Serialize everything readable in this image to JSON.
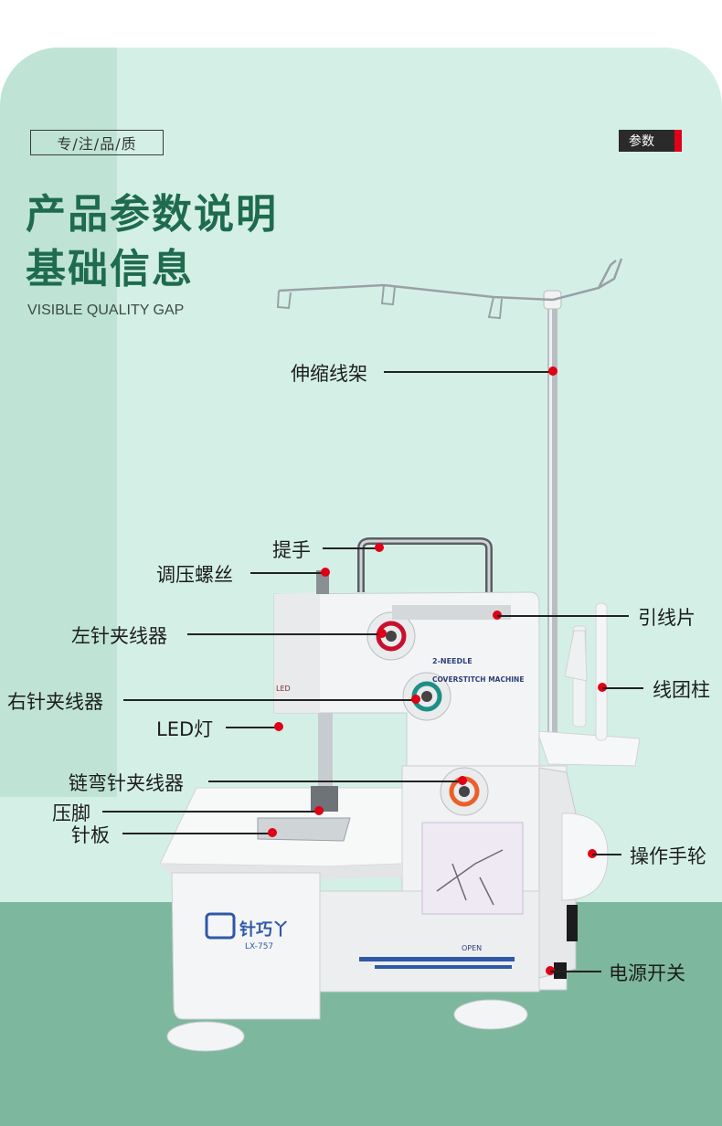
{
  "header": {
    "tag": "专/注/品/质",
    "badge": "参数",
    "title_line1": "产品参数说明",
    "title_line2": "基础信息",
    "subtitle": "VISIBLE QUALITY GAP"
  },
  "machine": {
    "brand": "针巧丫",
    "model": "LX-757",
    "panel_line1": "2-NEEDLE",
    "panel_line2": "COVERSTITCH MACHINE",
    "led_mark": "LED",
    "open_mark": "OPEN"
  },
  "labels": {
    "spool_stand": "伸缩线架",
    "handle": "提手",
    "pressure_screw": "调压螺丝",
    "left_needle_tension": "左针夹线器",
    "right_needle_tension": "右针夹线器",
    "led_light": "LED灯",
    "looper_tension": "链弯针夹线器",
    "presser_foot": "压脚",
    "needle_plate": "针板",
    "thread_guide": "引线片",
    "spool_pin": "线团柱",
    "handwheel": "操作手轮",
    "power_switch": "电源开关"
  },
  "colors": {
    "background": "#d4f0e6",
    "title": "#1f6b4f",
    "floor": "#7db89e",
    "marker": "#e00016"
  }
}
